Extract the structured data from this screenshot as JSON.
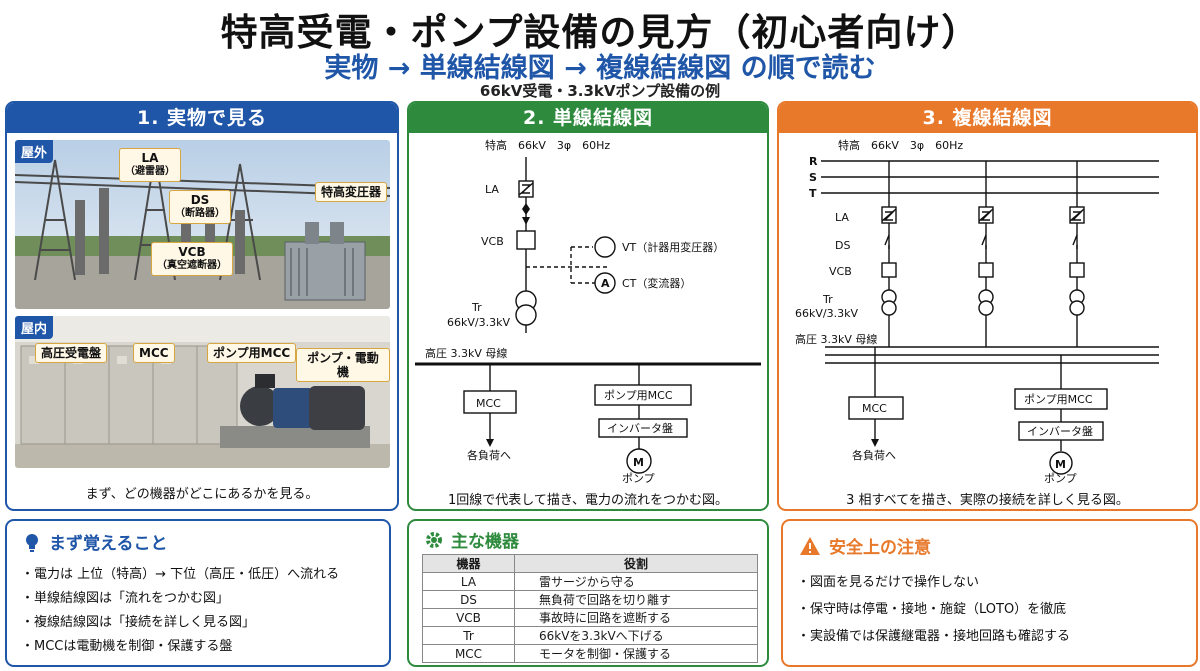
{
  "header": {
    "title": "特高受電・ポンプ設備の見方（初心者向け）",
    "subtitle": "実物 → 単線結線図 → 複線結線図 の順で読む",
    "caption": "66kV受電・3.3kVポンプ設備の例"
  },
  "panel1": {
    "heading": "1. 実物で見る",
    "outdoor_tag": "屋外",
    "indoor_tag": "屋内",
    "outdoor_labels": {
      "la": "LA",
      "la_sub": "（避雷器）",
      "ds": "DS",
      "ds_sub": "（断路器）",
      "vcb": "VCB",
      "vcb_sub": "（真空遮断器）",
      "transformer": "特高変圧器"
    },
    "indoor_labels": {
      "hv_panel": "高圧受電盤",
      "mcc": "MCC",
      "pump_mcc": "ポンプ用MCC",
      "pump_motor": "ポンプ・電動機"
    },
    "footer": "まず、どの機器がどこにあるかを見る。"
  },
  "panel2": {
    "heading": "2. 単線結線図",
    "source": "特高　66kV　3φ　60Hz",
    "la": "LA",
    "vcb": "VCB",
    "vt": "VT（計器用変圧器）",
    "ct": "CT（変流器）",
    "tr": "Tr",
    "tr_rating": "66kV/3.3kV",
    "bus": "高圧 3.3kV 母線",
    "mcc": "MCC",
    "pump_mcc": "ポンプ用MCC",
    "inverter": "インバータ盤",
    "loads": "各負荷へ",
    "motor": "M",
    "pump": "ポンプ",
    "ammeter": "A",
    "footer": "1回線で代表して描き、電力の流れをつかむ図。"
  },
  "panel3": {
    "heading": "3. 複線結線図",
    "source": "特高　66kV　3φ　60Hz",
    "phase_r": "R",
    "phase_s": "S",
    "phase_t": "T",
    "la": "LA",
    "ds": "DS",
    "vcb": "VCB",
    "tr": "Tr",
    "tr_rating": "66kV/3.3kV",
    "bus": "高圧 3.3kV 母線",
    "mcc": "MCC",
    "pump_mcc": "ポンプ用MCC",
    "inverter": "インバータ盤",
    "loads": "各負荷へ",
    "motor": "M",
    "pump": "ポンプ",
    "footer": "3 相すべてを描き、実際の接続を詳しく見る図。"
  },
  "learn": {
    "heading": "まず覚えること",
    "icon": "lightbulb-icon",
    "items": [
      "・電力は 上位（特高）→ 下位（高圧・低圧）へ流れる",
      "・単線結線図は「流れをつかむ図」",
      "・複線結線図は「接続を詳しく見る図」",
      "・MCCは電動機を制御・保護する盤"
    ]
  },
  "equipment": {
    "heading": "主な機器",
    "icon": "gear-icon",
    "columns": [
      "機器",
      "役割"
    ],
    "rows": [
      [
        "LA",
        "雷サージから守る"
      ],
      [
        "DS",
        "無負荷で回路を切り離す"
      ],
      [
        "VCB",
        "事故時に回路を遮断する"
      ],
      [
        "Tr",
        "66kVを3.3kVへ下げる"
      ],
      [
        "MCC",
        "モータを制御・保護する"
      ]
    ]
  },
  "safety": {
    "heading": "安全上の注意",
    "icon": "warning-icon",
    "items": [
      "・図面を見るだけで操作しない",
      "・保守時は停電・接地・施錠（LOTO）を徹底",
      "・実設備では保護継電器・接地回路も確認する"
    ]
  },
  "colors": {
    "blue": "#1f56a8",
    "green": "#2e8b3e",
    "orange": "#e8782a"
  }
}
